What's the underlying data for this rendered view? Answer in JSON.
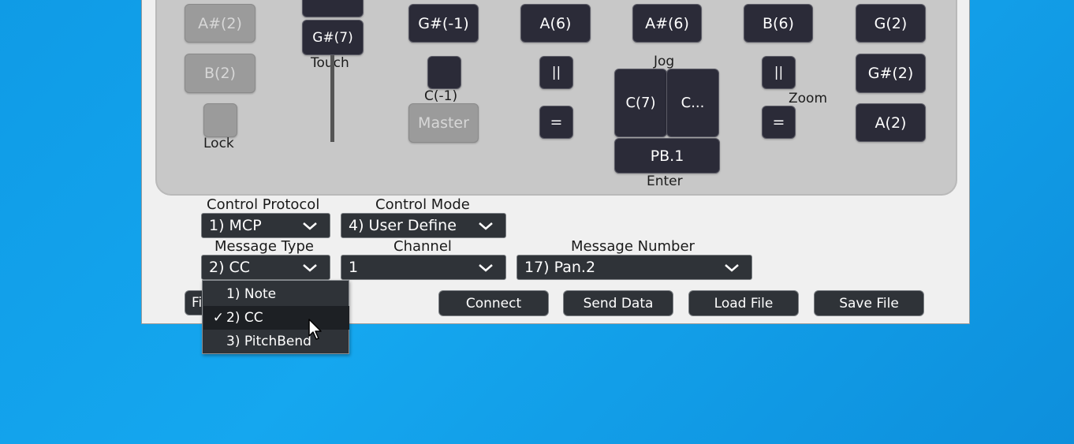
{
  "keys": {
    "a_sharp_2": "A#(2)",
    "g_sharp_7": "G#(7)",
    "g_sharp_m1": "G#(-1)",
    "a_6": "A(6)",
    "a_sharp_6": "A#(6)",
    "b_6": "B(6)",
    "g_2": "G(2)",
    "b_2": "B(2)",
    "pause_left": "||",
    "g_sharp_2": "G#(2)",
    "pause_right": "||",
    "c_7": "C(7)",
    "c_ellipsis": "C...",
    "master": "Master",
    "eq_left": "=",
    "eq_right": "=",
    "a_2": "A(2)",
    "pb_1": "PB.1"
  },
  "labels": {
    "touch": "Touch",
    "c_m1": "C(-1)",
    "jog": "Jog",
    "zoom": "Zoom",
    "lock": "Lock",
    "enter": "Enter"
  },
  "form": {
    "control_protocol_label": "Control Protocol",
    "control_protocol_value": "1) MCP",
    "control_mode_label": "Control Mode",
    "control_mode_value": "4) User Define",
    "message_type_label": "Message Type",
    "message_type_value": "2) CC",
    "channel_label": "Channel",
    "channel_value": "1",
    "message_number_label": "Message Number",
    "message_number_value": "17) Pan.2"
  },
  "buttons": {
    "partial_file_label": "Fi",
    "connect": "Connect",
    "send_data": "Send Data",
    "load_file": "Load File",
    "save_file": "Save File"
  },
  "dropdown": {
    "options": [
      "1) Note",
      "2) CC",
      "3) PitchBend"
    ],
    "checkmark": "✓"
  },
  "colors": {
    "key_bg": "#2b2b38",
    "disabled_key_bg": "#9b9b9b",
    "panel_bg": "#c8c8c8",
    "window_bg": "#f0f0f0",
    "combo_bg": "#2f3338",
    "desktop_bg": "#0f9be6"
  }
}
